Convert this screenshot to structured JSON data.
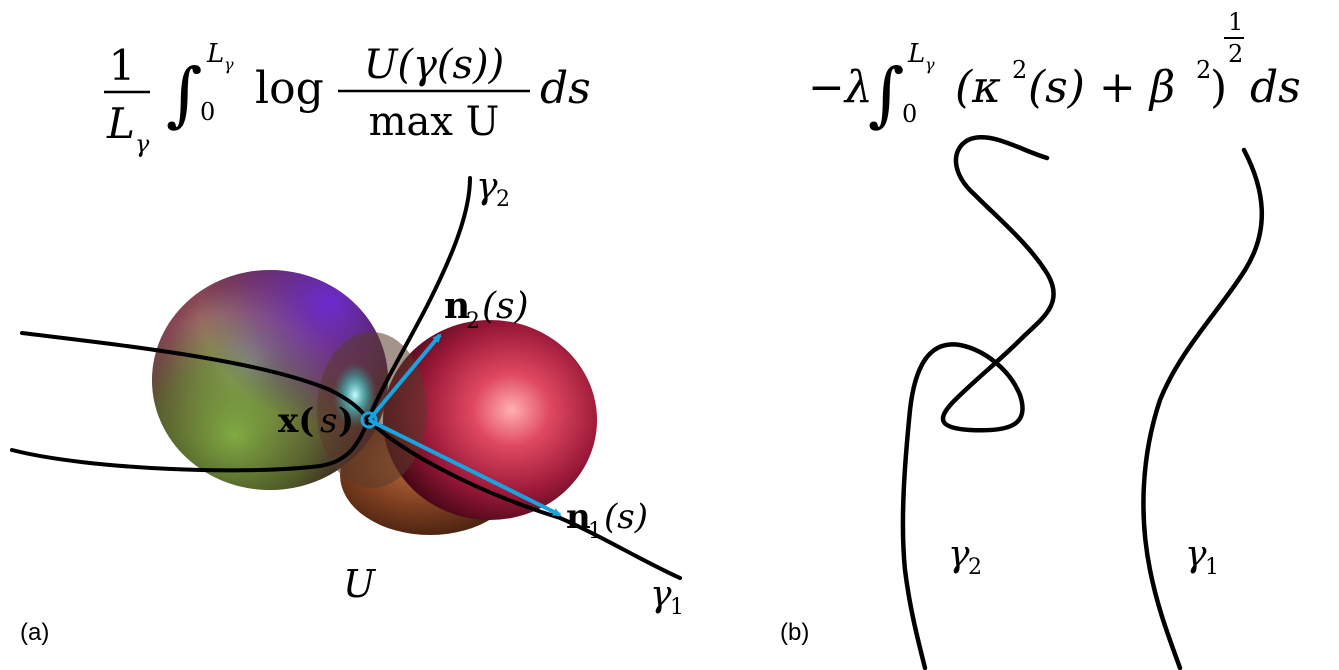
{
  "panel_a": {
    "label": "(a)",
    "formula": {
      "frac_num": "1",
      "frac_den_L": "L",
      "frac_den_sub": "γ",
      "integral": "∫",
      "upper": "L",
      "upper_sub": "γ",
      "lower": "0",
      "log": "log",
      "num": "U(γ(s))",
      "den": "max U",
      "ds": "ds"
    },
    "gamma2_label": "γ",
    "gamma2_sub": "2",
    "gamma1_label": "γ",
    "gamma1_sub": "1",
    "n2_label": "n",
    "n2_sub": "2",
    "n2_arg": "(s)",
    "n1_label": "n",
    "n1_sub": "1",
    "n1_arg": "(s)",
    "x_label": "x(",
    "x_s": "s",
    "x_close": ")",
    "U_label": "U",
    "arrow_color": "#1aa3e0"
  },
  "panel_b": {
    "label": "(b)",
    "formula": {
      "minus_lambda": "−λ",
      "integral": "∫",
      "upper": "L",
      "upper_sub": "γ",
      "lower": "0",
      "paren_open": "(κ",
      "sq1": "2",
      "s_part": "(s) + β",
      "sq2": "2",
      "paren_close": ")",
      "exp_num": "1",
      "exp_den": "2",
      "ds": "ds"
    },
    "gamma2_label": "γ",
    "gamma2_sub": "2",
    "gamma1_label": "γ",
    "gamma1_sub": "1"
  }
}
